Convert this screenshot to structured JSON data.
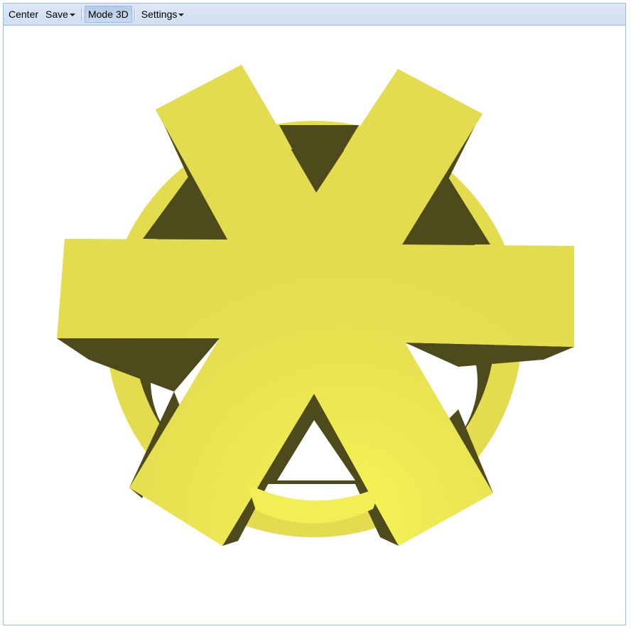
{
  "toolbar": {
    "center_label": "Center",
    "save_label": "Save",
    "mode_label": "Mode 3D",
    "settings_label": "Settings"
  },
  "scene": {
    "object_color": "#e3dc4e",
    "highlight_color": "#fdfc5a",
    "shadow_color": "#4d4a1c"
  }
}
